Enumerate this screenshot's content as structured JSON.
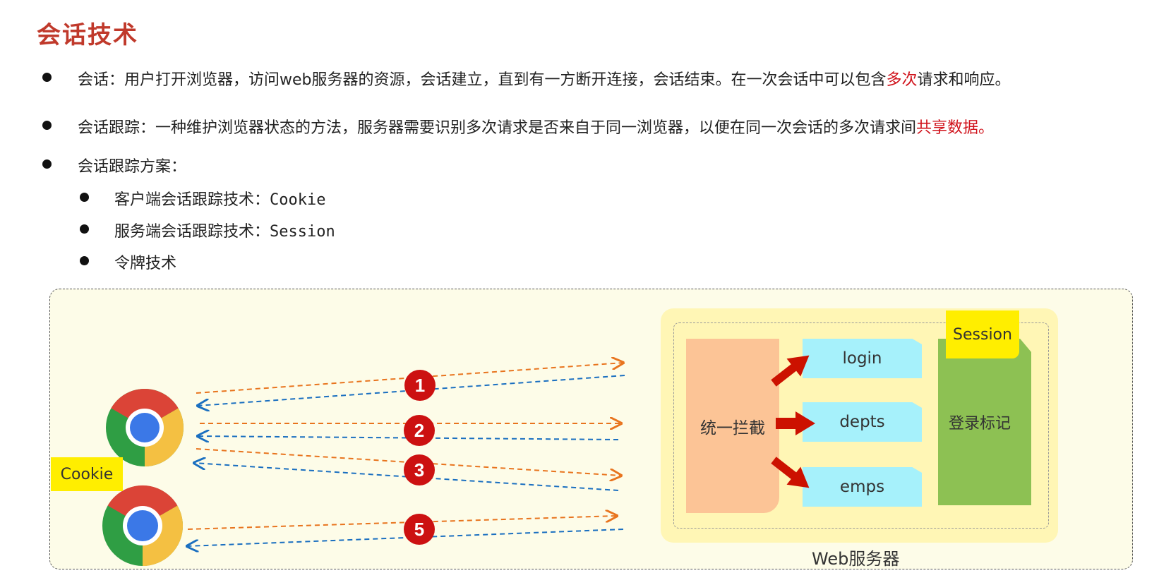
{
  "title": "会话技术",
  "bullets": {
    "b1": {
      "prefix": "会话：用户打开浏览器，访问web服务器的资源，会话建立，直到有一方断开连接，会话结束。在一次会话中可以包含",
      "highlight": "多次",
      "suffix": "请求和响应。"
    },
    "b2": {
      "prefix": "会话跟踪：一种维护浏览器状态的方法，服务器需要识别多次请求是否来自于同一浏览器，以便在同一次会话的多次请求间",
      "highlight": "共享数据。"
    },
    "b3": {
      "text": "会话跟踪方案："
    },
    "sub": [
      {
        "label": "客户端会话跟踪技术：",
        "tech": "Cookie"
      },
      {
        "label": "服务端会话跟踪技术：",
        "tech": "Session"
      },
      {
        "label": "令牌技术",
        "tech": ""
      }
    ]
  },
  "diagram": {
    "cookie_tag": "Cookie",
    "badges": [
      "1",
      "2",
      "3",
      "5"
    ],
    "intercept": "统一拦截",
    "endpoints": [
      "login",
      "depts",
      "emps"
    ],
    "login_flag": "登录标记",
    "session_tag": "Session",
    "server_label": "Web服务器",
    "colors": {
      "request_arrow": "#e8741e",
      "response_arrow": "#1a6fc0",
      "badge": "#cc1111",
      "red_arrow": "#cc1100",
      "highlight_text": "#d0121b"
    }
  }
}
